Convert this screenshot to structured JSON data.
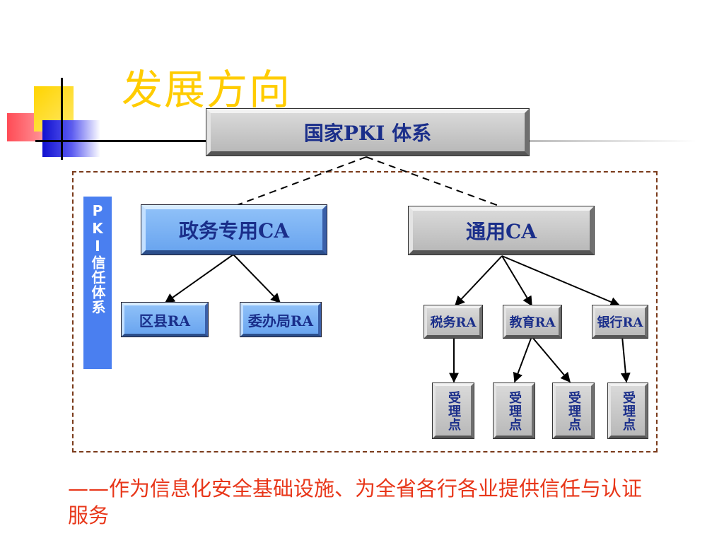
{
  "slide": {
    "title": "发展方向",
    "caption": "——作为信息化安全基础设施、为全省各行各业提供信任与认证服务"
  },
  "diagram": {
    "root": "国家PKI 体系",
    "frame_label": "PKI信任体系",
    "left_ca": "政务专用CA",
    "right_ca": "通用CA",
    "left_ras": [
      "区县RA",
      "委办局RA"
    ],
    "right_ras": [
      "税务RA",
      "教育RA",
      "银行RA"
    ],
    "acceptance_points": [
      "受理点",
      "受理点",
      "受理点",
      "受理点"
    ]
  },
  "colors": {
    "title": "#ffcc00",
    "caption": "#e8371a",
    "frame": "#7a3a1a",
    "blue_box": "#7ab2f4",
    "grey_box": "#c8c8c8",
    "box_text": "#1a2e8a"
  }
}
